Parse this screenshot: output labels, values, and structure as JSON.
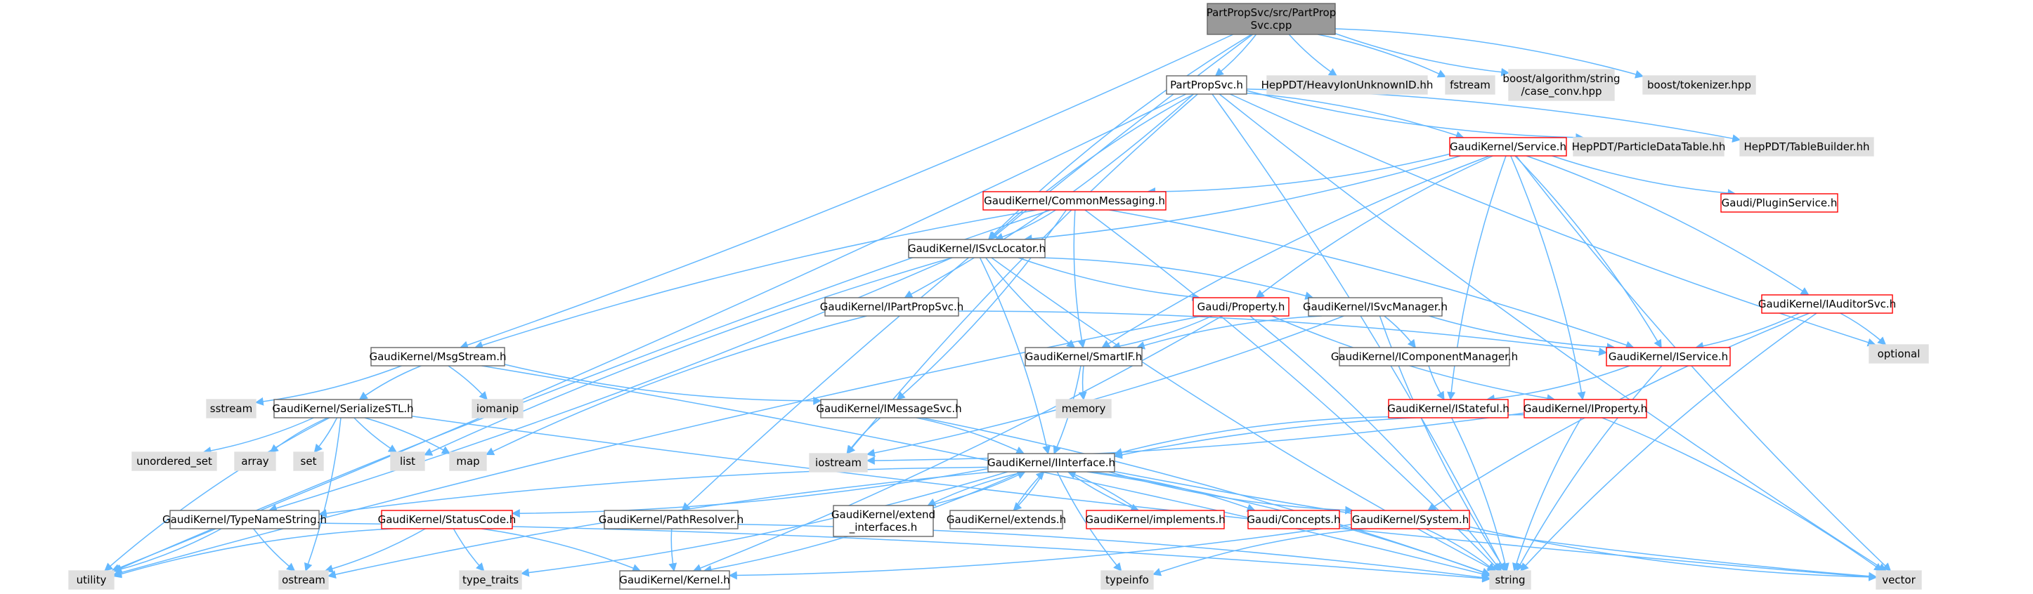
{
  "colors": {
    "edge": "#63B8FF",
    "root_fill": "#999999",
    "root_border": "#666666",
    "file_fill": "#FFFFFF",
    "file_border": "#666666",
    "red_border": "#FF0000",
    "red_text": "#FF0000",
    "system_fill": "#E0E0E0",
    "system_border": "#E0E0E0"
  },
  "nodes": [
    {
      "id": "root",
      "lines": [
        "PartPropSvc/src/PartProp",
        "Svc.cpp"
      ],
      "kind": "root"
    },
    {
      "id": "partpropsvc_h",
      "lines": [
        "PartPropSvc.h"
      ],
      "kind": "file"
    },
    {
      "id": "heavyion",
      "lines": [
        "HepPDT/HeavyIonUnknownID.hh"
      ],
      "kind": "system"
    },
    {
      "id": "fstream",
      "lines": [
        "fstream"
      ],
      "kind": "system"
    },
    {
      "id": "case_conv",
      "lines": [
        "boost/algorithm/string",
        "/case_conv.hpp"
      ],
      "kind": "system"
    },
    {
      "id": "tokenizer",
      "lines": [
        "boost/tokenizer.hpp"
      ],
      "kind": "system"
    },
    {
      "id": "service_h",
      "lines": [
        "GaudiKernel/Service.h"
      ],
      "kind": "red"
    },
    {
      "id": "particledatatable",
      "lines": [
        "HepPDT/ParticleDataTable.hh"
      ],
      "kind": "system"
    },
    {
      "id": "tablebuilder",
      "lines": [
        "HepPDT/TableBuilder.hh"
      ],
      "kind": "system"
    },
    {
      "id": "commonmessaging",
      "lines": [
        "GaudiKernel/CommonMessaging.h"
      ],
      "kind": "red"
    },
    {
      "id": "pluginservice",
      "lines": [
        "Gaudi/PluginService.h"
      ],
      "kind": "red"
    },
    {
      "id": "isvclocator",
      "lines": [
        "GaudiKernel/ISvcLocator.h"
      ],
      "kind": "file"
    },
    {
      "id": "iauditorsvc",
      "lines": [
        "GaudiKernel/IAuditorSvc.h"
      ],
      "kind": "red"
    },
    {
      "id": "ipartpropsvc",
      "lines": [
        "GaudiKernel/IPartPropSvc.h"
      ],
      "kind": "file"
    },
    {
      "id": "gaudi_property",
      "lines": [
        "Gaudi/Property.h"
      ],
      "kind": "red"
    },
    {
      "id": "isvcmanager",
      "lines": [
        "GaudiKernel/ISvcManager.h"
      ],
      "kind": "file"
    },
    {
      "id": "optional",
      "lines": [
        "optional"
      ],
      "kind": "system"
    },
    {
      "id": "msgstream",
      "lines": [
        "GaudiKernel/MsgStream.h"
      ],
      "kind": "file"
    },
    {
      "id": "smartif",
      "lines": [
        "GaudiKernel/SmartIF.h"
      ],
      "kind": "file"
    },
    {
      "id": "icomponentmanager",
      "lines": [
        "GaudiKernel/IComponentManager.h"
      ],
      "kind": "file"
    },
    {
      "id": "iservice",
      "lines": [
        "GaudiKernel/IService.h"
      ],
      "kind": "red"
    },
    {
      "id": "sstream",
      "lines": [
        "sstream"
      ],
      "kind": "system"
    },
    {
      "id": "serializestl",
      "lines": [
        "GaudiKernel/SerializeSTL.h"
      ],
      "kind": "file"
    },
    {
      "id": "iomanip",
      "lines": [
        "iomanip"
      ],
      "kind": "system"
    },
    {
      "id": "memory",
      "lines": [
        "memory"
      ],
      "kind": "system"
    },
    {
      "id": "imessagesvc",
      "lines": [
        "GaudiKernel/IMessageSvc.h"
      ],
      "kind": "file"
    },
    {
      "id": "istateful",
      "lines": [
        "GaudiKernel/IStateful.h"
      ],
      "kind": "red"
    },
    {
      "id": "iproperty",
      "lines": [
        "GaudiKernel/IProperty.h"
      ],
      "kind": "red"
    },
    {
      "id": "unordered_set",
      "lines": [
        "unordered_set"
      ],
      "kind": "system"
    },
    {
      "id": "array",
      "lines": [
        "array"
      ],
      "kind": "system"
    },
    {
      "id": "set",
      "lines": [
        "set"
      ],
      "kind": "system"
    },
    {
      "id": "list",
      "lines": [
        "list"
      ],
      "kind": "system"
    },
    {
      "id": "map",
      "lines": [
        "map"
      ],
      "kind": "system"
    },
    {
      "id": "iostream",
      "lines": [
        "iostream"
      ],
      "kind": "system"
    },
    {
      "id": "iinterface",
      "lines": [
        "GaudiKernel/IInterface.h"
      ],
      "kind": "file"
    },
    {
      "id": "typenamestring",
      "lines": [
        "GaudiKernel/TypeNameString.h"
      ],
      "kind": "file"
    },
    {
      "id": "statuscode",
      "lines": [
        "GaudiKernel/StatusCode.h"
      ],
      "kind": "red"
    },
    {
      "id": "pathresolver",
      "lines": [
        "GaudiKernel/PathResolver.h"
      ],
      "kind": "file"
    },
    {
      "id": "extend_interfaces",
      "lines": [
        "GaudiKernel/extend",
        "_interfaces.h"
      ],
      "kind": "file"
    },
    {
      "id": "extends",
      "lines": [
        "GaudiKernel/extends.h"
      ],
      "kind": "file"
    },
    {
      "id": "implements",
      "lines": [
        "GaudiKernel/implements.h"
      ],
      "kind": "red"
    },
    {
      "id": "concepts",
      "lines": [
        "Gaudi/Concepts.h"
      ],
      "kind": "red"
    },
    {
      "id": "system_h",
      "lines": [
        "GaudiKernel/System.h"
      ],
      "kind": "red"
    },
    {
      "id": "utility",
      "lines": [
        "utility"
      ],
      "kind": "system"
    },
    {
      "id": "ostream",
      "lines": [
        "ostream"
      ],
      "kind": "system"
    },
    {
      "id": "type_traits",
      "lines": [
        "type_traits"
      ],
      "kind": "system"
    },
    {
      "id": "kernel_h",
      "lines": [
        "GaudiKernel/Kernel.h"
      ],
      "kind": "file"
    },
    {
      "id": "typeinfo",
      "lines": [
        "typeinfo"
      ],
      "kind": "system"
    },
    {
      "id": "string",
      "lines": [
        "string"
      ],
      "kind": "system"
    },
    {
      "id": "vector",
      "lines": [
        "vector"
      ],
      "kind": "system"
    }
  ],
  "edges": [
    [
      "root",
      "partpropsvc_h"
    ],
    [
      "root",
      "heavyion"
    ],
    [
      "root",
      "fstream"
    ],
    [
      "root",
      "case_conv"
    ],
    [
      "root",
      "tokenizer"
    ],
    [
      "root",
      "isvclocator"
    ],
    [
      "root",
      "msgstream"
    ],
    [
      "root",
      "pathresolver"
    ],
    [
      "partpropsvc_h",
      "service_h"
    ],
    [
      "partpropsvc_h",
      "particledatatable"
    ],
    [
      "partpropsvc_h",
      "tablebuilder"
    ],
    [
      "partpropsvc_h",
      "isvclocator"
    ],
    [
      "partpropsvc_h",
      "ipartpropsvc"
    ],
    [
      "partpropsvc_h",
      "iostream"
    ],
    [
      "partpropsvc_h",
      "utility"
    ],
    [
      "partpropsvc_h",
      "optional"
    ],
    [
      "partpropsvc_h",
      "string"
    ],
    [
      "partpropsvc_h",
      "vector"
    ],
    [
      "service_h",
      "commonmessaging"
    ],
    [
      "service_h",
      "pluginservice"
    ],
    [
      "service_h",
      "iauditorsvc"
    ],
    [
      "service_h",
      "gaudi_property"
    ],
    [
      "service_h",
      "isvclocator"
    ],
    [
      "service_h",
      "smartif"
    ],
    [
      "service_h",
      "iservice"
    ],
    [
      "service_h",
      "istateful"
    ],
    [
      "service_h",
      "iproperty"
    ],
    [
      "service_h",
      "vector"
    ],
    [
      "commonmessaging",
      "isvclocator"
    ],
    [
      "commonmessaging",
      "msgstream"
    ],
    [
      "commonmessaging",
      "imessagesvc"
    ],
    [
      "commonmessaging",
      "smartif"
    ],
    [
      "commonmessaging",
      "iservice"
    ],
    [
      "commonmessaging",
      "utility"
    ],
    [
      "commonmessaging",
      "string"
    ],
    [
      "isvclocator",
      "gaudi_property"
    ],
    [
      "isvclocator",
      "isvcmanager"
    ],
    [
      "isvclocator",
      "smartif"
    ],
    [
      "isvclocator",
      "iinterface"
    ],
    [
      "isvclocator",
      "list"
    ],
    [
      "isvclocator",
      "typenamestring"
    ],
    [
      "isvclocator",
      "string"
    ],
    [
      "iauditorsvc",
      "iservice"
    ],
    [
      "iauditorsvc",
      "system_h"
    ],
    [
      "iauditorsvc",
      "optional"
    ],
    [
      "iauditorsvc",
      "string"
    ],
    [
      "ipartpropsvc",
      "iservice"
    ],
    [
      "ipartpropsvc",
      "map"
    ],
    [
      "gaudi_property",
      "smartif"
    ],
    [
      "gaudi_property",
      "iproperty"
    ],
    [
      "gaudi_property",
      "kernel_h"
    ],
    [
      "gaudi_property",
      "utility"
    ],
    [
      "gaudi_property",
      "string"
    ],
    [
      "isvcmanager",
      "smartif"
    ],
    [
      "isvcmanager",
      "icomponentmanager"
    ],
    [
      "isvcmanager",
      "iservice"
    ],
    [
      "isvcmanager",
      "iostream"
    ],
    [
      "isvcmanager",
      "string"
    ],
    [
      "msgstream",
      "sstream"
    ],
    [
      "msgstream",
      "serializestl"
    ],
    [
      "msgstream",
      "iomanip"
    ],
    [
      "msgstream",
      "imessagesvc"
    ],
    [
      "msgstream",
      "string"
    ],
    [
      "smartif",
      "memory"
    ],
    [
      "smartif",
      "iinterface"
    ],
    [
      "icomponentmanager",
      "istateful"
    ],
    [
      "iservice",
      "istateful"
    ],
    [
      "iservice",
      "string"
    ],
    [
      "serializestl",
      "unordered_set"
    ],
    [
      "serializestl",
      "array"
    ],
    [
      "serializestl",
      "set"
    ],
    [
      "serializestl",
      "list"
    ],
    [
      "serializestl",
      "map"
    ],
    [
      "serializestl",
      "utility"
    ],
    [
      "serializestl",
      "ostream"
    ],
    [
      "serializestl",
      "vector"
    ],
    [
      "imessagesvc",
      "iinterface"
    ],
    [
      "imessagesvc",
      "iostream"
    ],
    [
      "imessagesvc",
      "string"
    ],
    [
      "istateful",
      "iinterface"
    ],
    [
      "istateful",
      "string"
    ],
    [
      "iproperty",
      "iinterface"
    ],
    [
      "iproperty",
      "iostream"
    ],
    [
      "iproperty",
      "string"
    ],
    [
      "iproperty",
      "vector"
    ],
    [
      "iinterface",
      "typenamestring"
    ],
    [
      "iinterface",
      "statuscode"
    ],
    [
      "iinterface",
      "extend_interfaces"
    ],
    [
      "iinterface",
      "extends"
    ],
    [
      "iinterface",
      "implements"
    ],
    [
      "iinterface",
      "concepts"
    ],
    [
      "iinterface",
      "system_h"
    ],
    [
      "iinterface",
      "kernel_h"
    ],
    [
      "iinterface",
      "ostream"
    ],
    [
      "iinterface",
      "type_traits"
    ],
    [
      "iinterface",
      "typeinfo"
    ],
    [
      "iinterface",
      "string"
    ],
    [
      "iinterface",
      "vector"
    ],
    [
      "typenamestring",
      "utility"
    ],
    [
      "typenamestring",
      "ostream"
    ],
    [
      "typenamestring",
      "string"
    ],
    [
      "statuscode",
      "utility"
    ],
    [
      "statuscode",
      "ostream"
    ],
    [
      "statuscode",
      "type_traits"
    ],
    [
      "statuscode",
      "kernel_h"
    ],
    [
      "pathresolver",
      "kernel_h"
    ],
    [
      "pathresolver",
      "string"
    ],
    [
      "extend_interfaces",
      "iinterface"
    ],
    [
      "extends",
      "iinterface"
    ],
    [
      "implements",
      "iinterface"
    ],
    [
      "system_h",
      "kernel_h"
    ],
    [
      "system_h",
      "typeinfo"
    ],
    [
      "system_h",
      "string"
    ],
    [
      "system_h",
      "vector"
    ]
  ]
}
